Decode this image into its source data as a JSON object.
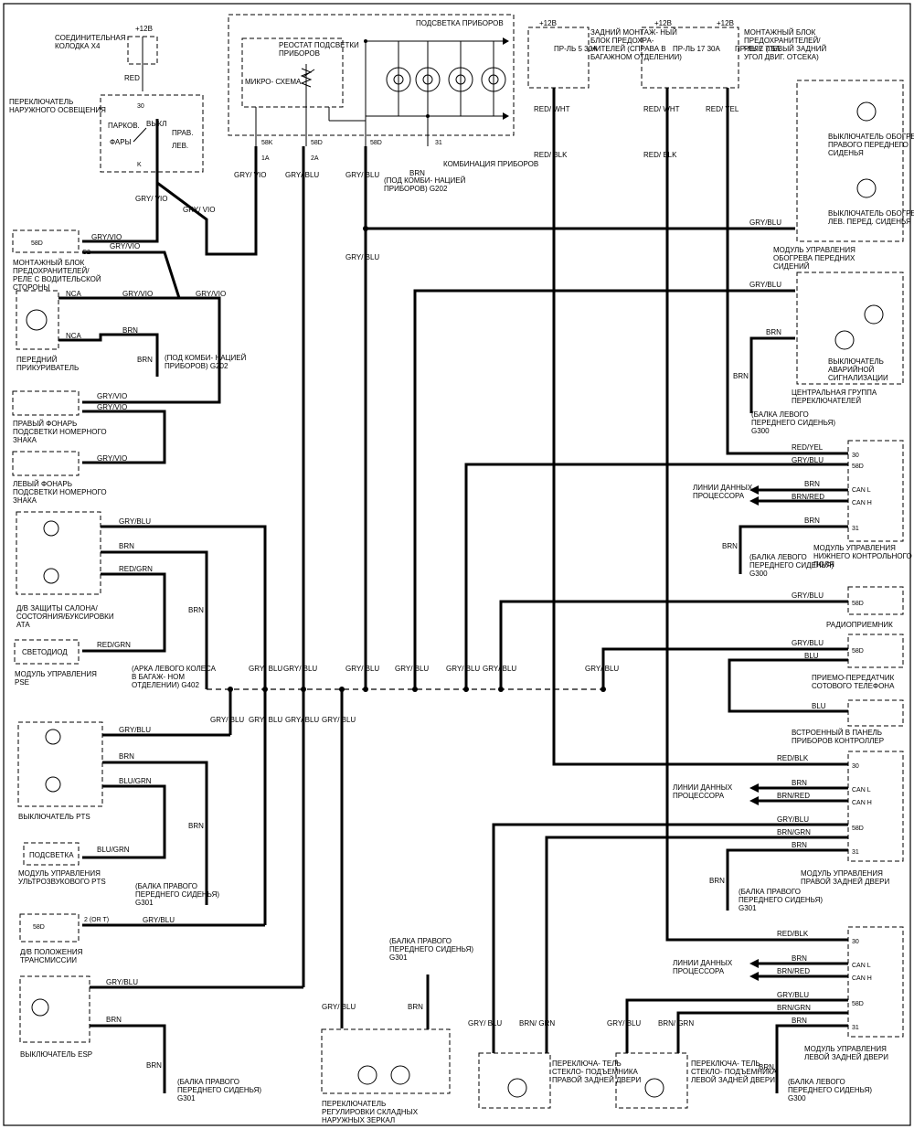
{
  "colors": {
    "wire": "#000000",
    "background": "#ffffff"
  },
  "supply": {
    "plus12": "+12В"
  },
  "blocks": {
    "connector_x4": "СОЕДИНИТЕЛЬНАЯ КОЛОДКА X4",
    "light_switch": "ПЕРЕКЛЮЧАТЕЛЬ НАРУЖНОГО ОСВЕЩЕНИЯ",
    "ls_parkov": "ПАРКОВ.",
    "ls_vykl": "ВЫКЛ",
    "ls_prav": "ПРАВ.",
    "ls_fary": "ФАРЫ",
    "ls_lev": "ЛЕВ.",
    "fusebox_driver": "МОНТАЖНЫЙ БЛОК ПРЕДОХРАНИТЕЛЕЙ/ РЕЛЕ С ВОДИТЕЛЬСКОЙ СТОРОНЫ",
    "lighter": "ПЕРЕДНИЙ ПРИКУРИВАТЕЛЬ",
    "plate_right": "ПРАВЫЙ ФОНАРЬ ПОДСВЕТКИ НОМЕРНОГО ЗНАКА",
    "plate_left": "ЛЕВЫЙ ФОНАРЬ ПОДСВЕТКИ НОМЕРНОГО ЗНАКА",
    "ata": "Д/В ЗАЩИТЫ САЛОНА/ СОСТОЯНИЯ/БУКСИРОВКИ АТА",
    "led": "СВЕТОДИОД",
    "pse": "МОДУЛЬ УПРАВЛЕНИЯ PSE",
    "pts_switch": "ВЫКЛЮЧАТЕЛЬ PTS",
    "pts_backlight": "ПОДСВЕТКА",
    "pts_module": "МОДУЛЬ УПРАВЛЕНИЯ УЛЬТРОЗВУКОВОГО PTS",
    "trans": "Д/В ПОЛОЖЕНИЯ ТРАНСМИССИИ",
    "esp": "ВЫКЛЮЧАТЕЛЬ ESP",
    "mirror_switch": "ПЕРЕКЛЮЧАТЕЛЬ РЕГУЛИРОВКИ СКЛАДНЫХ НАРУЖНЫХ ЗЕРКАЛ",
    "win_rr": "ПЕРЕКЛЮЧА- ТЕЛЬ СТЕКЛО- ПОДЪЕМНИКА ПРАВОЙ ЗАДНЕЙ ДВЕРИ",
    "win_lr": "ПЕРЕКЛЮЧА- ТЕЛЬ СТЕКЛО- ПОДЪЕМНИКА ЛЕВОЙ ЗАДНЕЙ ДВЕРИ",
    "microschema": "МИКРО- СХЕМА",
    "rheostat": "РЕОСТАТ ПОДСВЕТКИ ПРИБОРОВ",
    "instr_backlight": "ПОДСВЕТКА ПРИБОРОВ",
    "cluster": "КОМБИНАЦИЯ ПРИБОРОВ",
    "rear_fusebox": "ЗАДНИЙ МОНТАЖ- НЫЙ БЛОК ПРЕДОХРА- НИТЕЛЕЙ (СПРАВА В БАГАЖНОМ ОТДЕЛЕНИИ)",
    "fuse5": "ПР-ЛЬ 5 30A",
    "fuse17": "ПР-ЛЬ 17 30A",
    "fuse7": "ПР-ЛЬ 7 7.5A",
    "fusebox_engine": "МОНТАЖНЫЙ БЛОК ПРЕДОХРАНИТЕЛЕЙ/ РЕЛЕ (ЛЕВЫЙ ЗАДНИЙ УГОЛ ДВИГ. ОТСЕКА)",
    "seat_r": "ВЫКЛЮЧАТЕЛЬ ОБОГРЕВА ПРАВОГО ПЕРЕДНЕГО СИДЕНЬЯ",
    "seat_l": "ВЫКЛЮЧАТЕЛЬ ОБОГРЕВА ЛЕВ. ПЕРЕД. СИДЕНЬЯ",
    "seat_module": "МОДУЛЬ УПРАВЛЕНИЯ ОБОГРЕВА ПЕРЕДНИХ СИДЕНИЙ",
    "hazard": "ВЫКЛЮЧАТЕЛЬ АВАРИЙНОЙ СИГНАЛИЗАЦИИ",
    "central_group": "ЦЕНТРАЛЬНАЯ ГРУППА ПЕРЕКЛЮЧАТЕЛЕЙ",
    "lower_panel": "МОДУЛЬ УПРАВЛЕНИЯ НИЖНЕГО КОНТРОЛЬНОГО ПОЛЯ",
    "can_lines": "ЛИНИИ ДАННЫХ ПРОЦЕССОРА",
    "radio": "РАДИОПРИЕМНИК",
    "phone": "ПРИЕМО-ПЕРЕДАТЧИК СОТОВОГО ТЕЛЕФОНА",
    "panel_ctrl": "ВСТРОЕННЫЙ В ПАНЕЛЬ ПРИБОРОВ КОНТРОЛЛЕР",
    "rr_door": "МОДУЛЬ УПРАВЛЕНИЯ ПРАВОЙ ЗАДНЕЙ ДВЕРИ",
    "lr_door": "МОДУЛЬ УПРАВЛЕНИЯ ЛЕВОЙ ЗАДНЕЙ ДВЕРИ"
  },
  "grounds": {
    "g202_a": "(ПОД КОМБИ- НАЦИЕЙ ПРИБОРОВ) G202",
    "g202_b": "(ПОД КОМБИ- НАЦИЕЙ ПРИБОРОВ) G202",
    "g402": "(АРКА ЛЕВОГО КОЛЕСА В БАГАЖ- НОМ ОТДЕЛЕНИИ) G402",
    "g301_pts": "(БАЛКА ПРАВОГО ПЕРЕДНЕГО СИДЕНЬЯ) G301",
    "g301_esp": "(БАЛКА ПРАВОГО ПЕРЕДНЕГО СИДЕНЬЯ) G301",
    "g301_mirror": "(БАЛКА ПРАВОГО ПЕРЕДНЕГО СИДЕНЬЯ) G301",
    "g300_hazard": "(БАЛКА ЛЕВОГО ПЕРЕДНЕГО СИДЕНЬЯ) G300",
    "g300_lower": "(БАЛКА ЛЕВОГО ПЕРЕДНЕГО СИДЕНЬЯ) G300",
    "g301_rr": "(БАЛКА ПРАВОГО ПЕРЕДНЕГО СИДЕНЬЯ) G301",
    "g300_lr": "(БАЛКА ЛЕВОГО ПЕРЕДНЕГО СИДЕНЬЯ) G300"
  },
  "wires": {
    "red": "RED",
    "gry_vio": "GRY/VIO",
    "gry_blu": "GRY/BLU",
    "brn": "BRN",
    "red_grn": "RED/GRN",
    "blu_grn": "BLU/GRN",
    "nca": "NCA",
    "blu": "BLU",
    "red_wht": "RED/ WHT",
    "red_blk": "RED/ BLK",
    "red_yel": "RED/ YEL",
    "red_blk_h": "RED/BLK",
    "red_yel_h": "RED/YEL",
    "brn_red": "BRN/RED",
    "brn_grn": "BRN/GRN",
    "brn_grn_v": "BRN/ GRN",
    "gry_blu_v": "GRY/ BLU",
    "gry_vio_v": "GRY/ VIO"
  },
  "terms": {
    "t58d": "58D",
    "t58k": "58K",
    "t30": "30",
    "t31": "31",
    "can_l": "CAN L",
    "can_h": "CAN H",
    "k": "K",
    "c2": "C2",
    "or_t": "2 (OR T)",
    "a1": "1A",
    "a2": "2A"
  }
}
